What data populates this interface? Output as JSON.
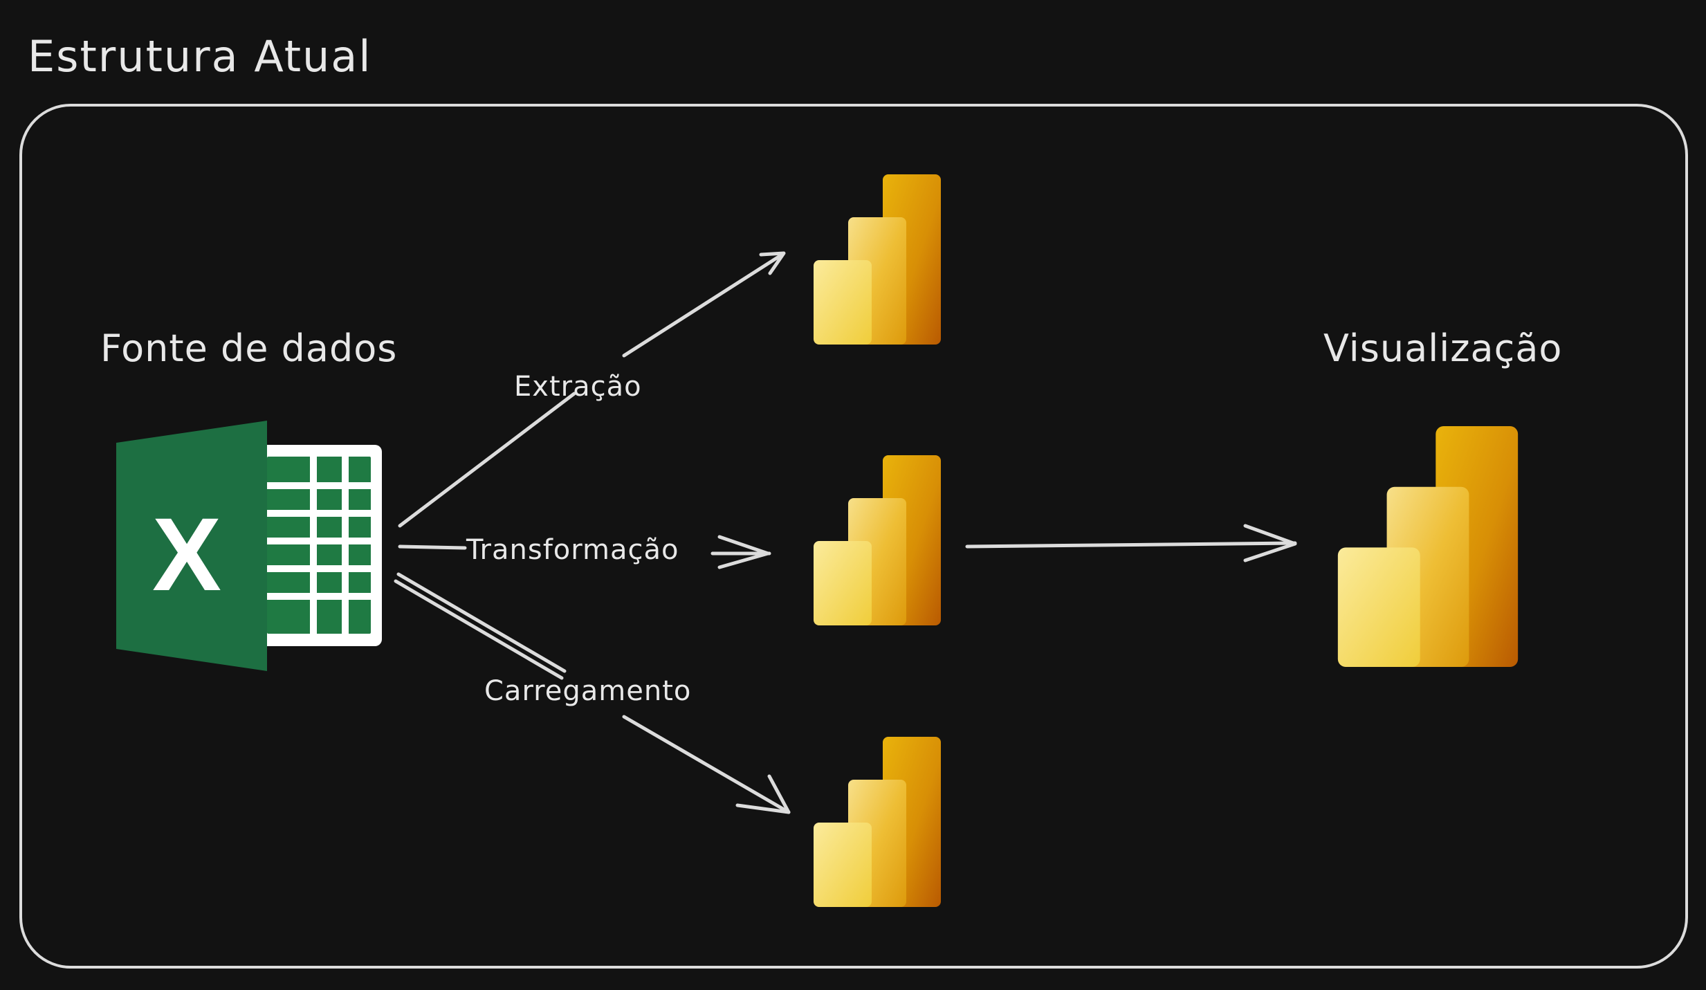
{
  "title": "Estrutura Atual",
  "source_label": "Fonte de dados",
  "target_label": "Visualização",
  "edges": {
    "extract": "Extração",
    "transform": "Transformação",
    "load": "Carregamento"
  },
  "icons": {
    "source": "excel-icon",
    "intermediate": "power-bi-icon",
    "target": "power-bi-icon"
  },
  "colors": {
    "background": "#121212",
    "stroke": "#dcdcdc",
    "excel_green": "#1d6f42",
    "pbi_light": "#f2d458",
    "pbi_mid": "#e6a914",
    "pbi_dark": "#c8780b"
  }
}
